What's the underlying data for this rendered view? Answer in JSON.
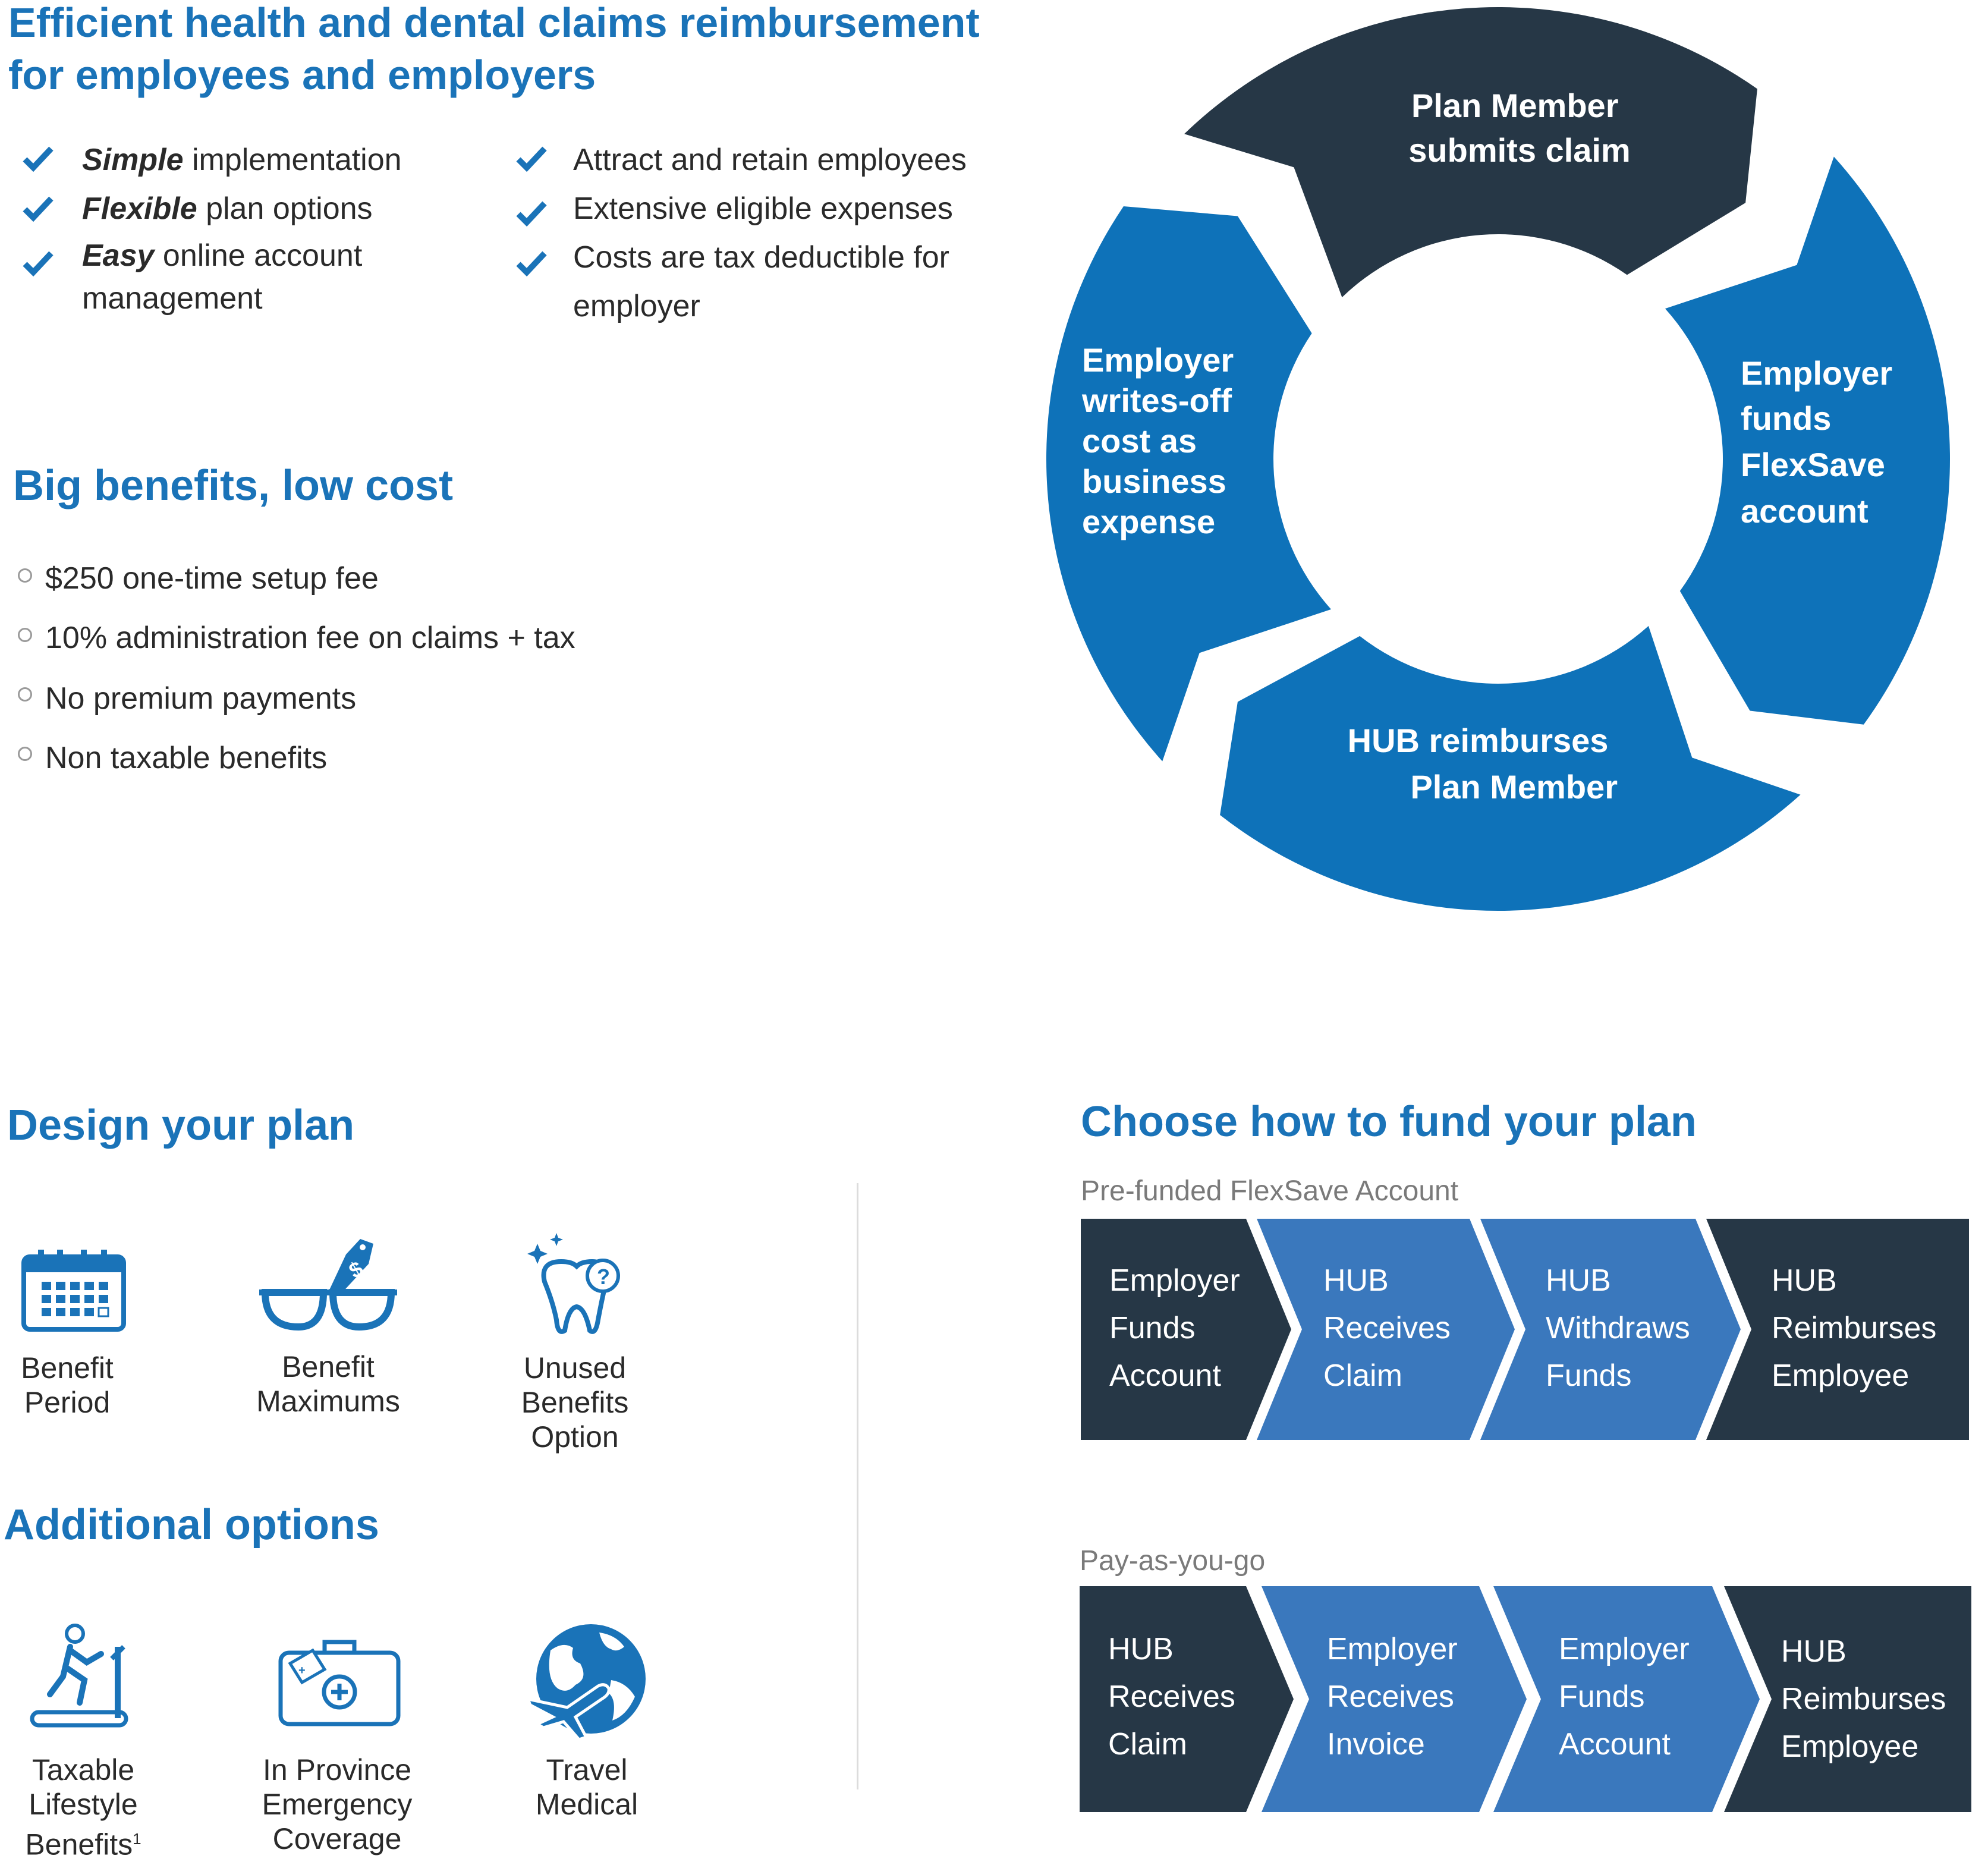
{
  "heading": {
    "line1": "Efficient health and dental claims reimbursement",
    "line2": "for employees and employers"
  },
  "features_left": [
    {
      "strong": "Simple",
      "rest": " implementation"
    },
    {
      "strong": "Flexible",
      "rest": " plan options"
    },
    {
      "strong": "Easy",
      "rest": " online account",
      "line2": "management"
    }
  ],
  "features_right": [
    {
      "text": "Attract and retain employees"
    },
    {
      "text": "Extensive eligible expenses"
    },
    {
      "text": "Costs are tax deductible for",
      "line2": "employer"
    }
  ],
  "benefits": {
    "title": "Big benefits, low cost",
    "items": [
      "$250 one-time setup fee",
      "10% administration fee on claims + tax",
      "No premium payments",
      "Non taxable benefits"
    ]
  },
  "cycle": {
    "top": [
      "Plan Member",
      "submits claim"
    ],
    "right": [
      "Employer",
      "funds",
      "FlexSave",
      "account"
    ],
    "bottom": [
      "HUB reimburses",
      "Plan Member"
    ],
    "left": [
      "Employer",
      "writes-off",
      "cost as",
      "business",
      "expense"
    ],
    "colors": {
      "dark": "#263746",
      "blue": "#0e72b9"
    }
  },
  "design": {
    "title": "Design your plan",
    "items": [
      {
        "icon": "calendar-icon",
        "label": [
          "Benefit",
          "Period"
        ]
      },
      {
        "icon": "glasses-icon",
        "label": [
          "Benefit",
          "Maximums"
        ]
      },
      {
        "icon": "tooth-icon",
        "label": [
          "Unused",
          "Benefits",
          "Option"
        ]
      }
    ]
  },
  "additional": {
    "title": "Additional options",
    "items": [
      {
        "icon": "treadmill-icon",
        "label": [
          "Taxable",
          "Lifestyle",
          "Benefits"
        ],
        "sup": "1"
      },
      {
        "icon": "medical-kit-icon",
        "label": [
          "In Province",
          "Emergency",
          "Coverage"
        ]
      },
      {
        "icon": "globe-plane-icon",
        "label": [
          "Travel",
          "Medical"
        ]
      }
    ]
  },
  "fund": {
    "title": "Choose how to fund your plan",
    "prefunded": {
      "label": "Pre-funded FlexSave Account",
      "steps": [
        [
          "Employer",
          "Funds",
          "Account"
        ],
        [
          "HUB",
          "Receives",
          "Claim"
        ],
        [
          "HUB",
          "Withdraws",
          "Funds"
        ],
        [
          "HUB",
          "Reimburses",
          "Employee"
        ]
      ]
    },
    "payg": {
      "label": "Pay-as-you-go",
      "steps": [
        [
          "HUB",
          "Receives",
          "Claim"
        ],
        [
          "Employer",
          "Receives",
          "Invoice"
        ],
        [
          "Employer",
          "Funds",
          "Account"
        ],
        [
          "HUB",
          "Reimburses",
          "Employee"
        ]
      ]
    },
    "colors": {
      "dark": "#263746",
      "blue": "#3a78bd"
    }
  }
}
